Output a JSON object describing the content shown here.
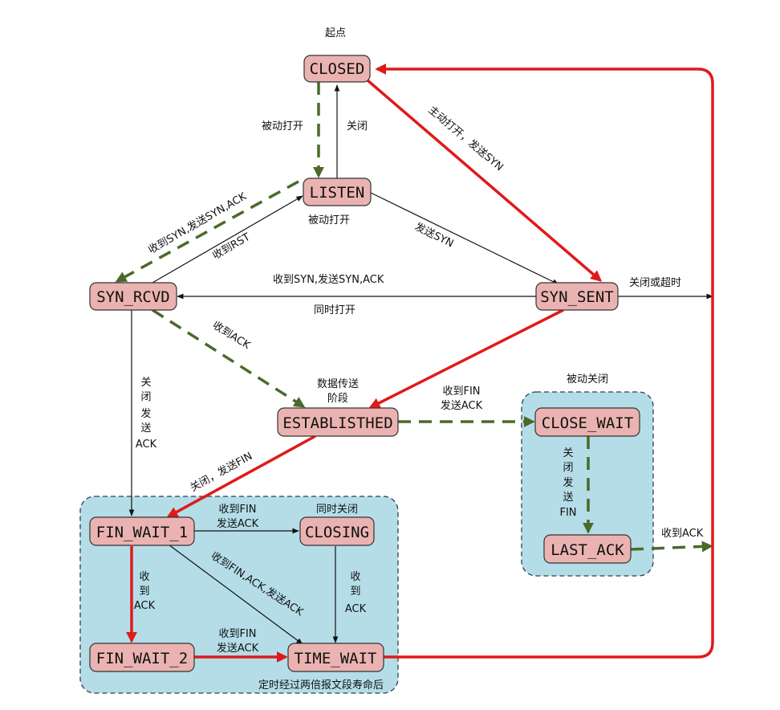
{
  "states": {
    "closed": "CLOSED",
    "listen": "LISTEN",
    "syn_rcvd": "SYN_RCVD",
    "syn_sent": "SYN_SENT",
    "established": "ESTABLISTHED",
    "close_wait": "CLOSE_WAIT",
    "last_ack": "LAST_ACK",
    "fin_wait_1": "FIN_WAIT_1",
    "closing": "CLOSING",
    "fin_wait_2": "FIN_WAIT_2",
    "time_wait": "TIME_WAIT"
  },
  "labels": {
    "start": "起点",
    "passive_open_1": "被动打开",
    "close_1": "关闭",
    "active_open": "主动打开，发送SYN",
    "passive_open_2": "被动打开",
    "recv_syn_send_synack_1": "收到SYN,发送SYN,ACK",
    "recv_rst": "收到RST",
    "send_syn": "发送SYN",
    "recv_syn_send_synack_2": "收到SYN,发送SYN,ACK",
    "simultaneous_open": "同时打开",
    "close_or_timeout": "关闭或超时",
    "recv_ack_1": "收到ACK",
    "data_transfer_line1": "数据传送",
    "data_transfer_line2": "阶段",
    "passive_close": "被动关闭",
    "recv_fin_line1": "收到FIN",
    "recv_fin_line2": "发送ACK",
    "close_send_ack_vertical": [
      "关",
      "闭",
      "发",
      "送",
      "ACK"
    ],
    "close_send_fin": "关闭，发送FIN",
    "close_send_fin_vertical": [
      "关",
      "闭",
      "发",
      "送",
      "FIN"
    ],
    "recv_ack_2": "收到ACK",
    "fw1_recv_fin_line1": "收到FIN",
    "fw1_recv_fin_line2": "发送ACK",
    "simultaneous_close": "同时关闭",
    "recv_fin_ack": "收到FIN,ACK,发送ACK",
    "recv_ack_vertical_1": [
      "收",
      "到",
      "ACK"
    ],
    "recv_ack_vertical_2": [
      "收",
      "到",
      "ACK"
    ],
    "fw2_recv_fin_line1": "收到FIN",
    "fw2_recv_fin_line2": "发送ACK",
    "timeout_2msl": "定时经过两倍报文段寿命后"
  },
  "colors": {
    "state_fill": "#eab3b1",
    "region_fill": "#b4dde8",
    "client_path": "#e01a1a",
    "server_path": "#4b6a2a",
    "other_path": "#111111"
  }
}
